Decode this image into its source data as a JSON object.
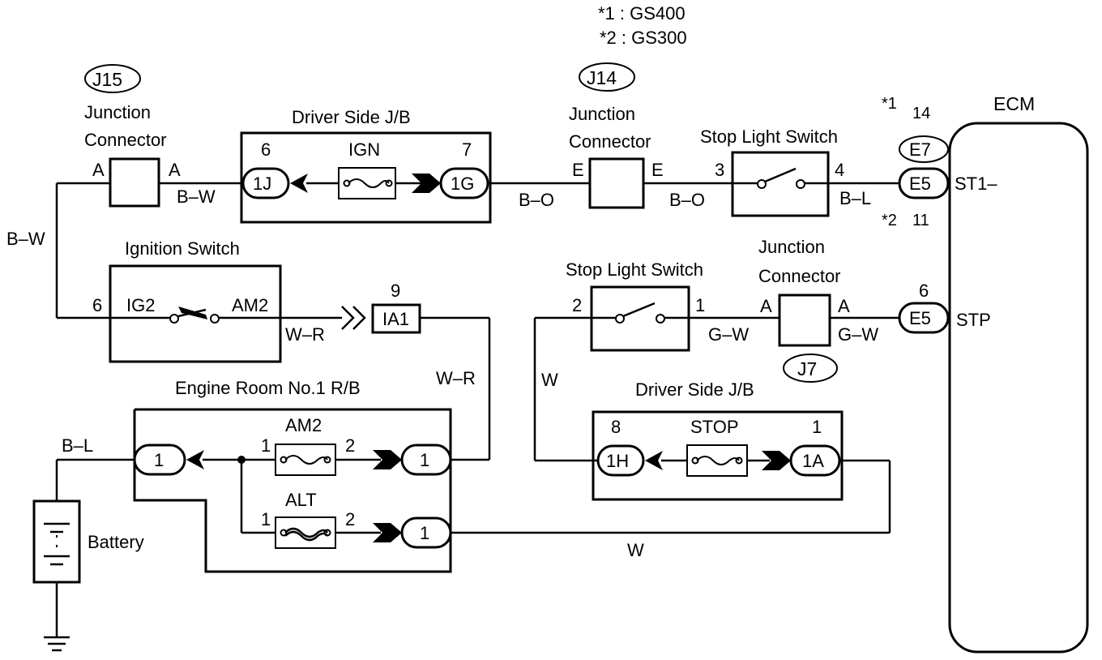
{
  "legend": {
    "line1": "*1 : GS400",
    "line2": "*2 : GS300"
  },
  "j15": {
    "tag": "J15",
    "title1": "Junction",
    "title2": "Connector",
    "pin_left": "A",
    "pin_right": "A"
  },
  "j14": {
    "tag": "J14",
    "title1": "Junction",
    "title2": "Connector",
    "pin_left": "E",
    "pin_right": "E"
  },
  "j7": {
    "tag": "J7",
    "title1": "Junction",
    "title2": "Connector",
    "pin_left": "A",
    "pin_right": "A"
  },
  "driver_jb_top": {
    "title": "Driver Side J/B",
    "fuse": "IGN",
    "pin_left": "6",
    "pin_right": "7",
    "conn_left": "1J",
    "conn_right": "1G"
  },
  "driver_jb_bottom": {
    "title": "Driver Side J/B",
    "fuse": "STOP",
    "pin_left": "8",
    "pin_right": "1",
    "conn_left": "1H",
    "conn_right": "1A"
  },
  "stop_switch_top": {
    "title": "Stop Light Switch",
    "pin_left": "3",
    "pin_right": "4"
  },
  "stop_switch_bottom": {
    "title": "Stop Light Switch",
    "pin_left": "2",
    "pin_right": "1"
  },
  "ignition": {
    "title": "Ignition Switch",
    "pin_outer": "6",
    "term_left": "IG2",
    "term_right": "AM2"
  },
  "ia1": {
    "label": "IA1",
    "pin": "9"
  },
  "engine_rb": {
    "title": "Engine Room No.1 R/B",
    "conn_left": "1",
    "conn_top": "1",
    "conn_bottom": "1",
    "fuse1": "AM2",
    "fuse2": "ALT",
    "fuse1_pin_in": "1",
    "fuse1_pin_out": "2",
    "fuse2_pin_in": "1",
    "fuse2_pin_out": "2"
  },
  "battery": {
    "label": "Battery"
  },
  "ecm": {
    "title": "ECM",
    "e7": "E7",
    "e5_top": "E5",
    "e5_bottom": "E5",
    "note1": "*1",
    "note1_pin": "14",
    "note2": "*2",
    "note2_pin": "11",
    "pin_stp": "6",
    "st1": "ST1–",
    "stp": "STP"
  },
  "wires": {
    "bw_left": "B–W",
    "bw_mid": "B–W",
    "bo_1": "B–O",
    "bo_2": "B–O",
    "bl_top": "B–L",
    "bl_battery": "B–L",
    "wr_1": "W–R",
    "wr_2": "W–R",
    "gw_1": "G–W",
    "gw_2": "G–W",
    "w_left": "W",
    "w_bottom": "W"
  }
}
